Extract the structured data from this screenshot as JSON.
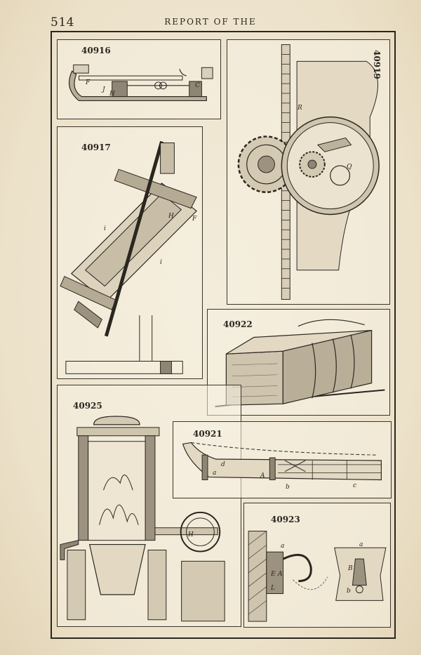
{
  "header": {
    "page_number": "514",
    "running_title": "REPORT OF THE"
  },
  "figures": [
    {
      "number": "40916",
      "parts": [
        "F",
        "J",
        "H",
        "C"
      ]
    },
    {
      "number": "40919",
      "parts": [
        "R",
        "Q"
      ]
    },
    {
      "number": "40917",
      "parts": [
        "H",
        "F",
        "i",
        "i"
      ]
    },
    {
      "number": "40922",
      "parts": []
    },
    {
      "number": "40925",
      "parts": [
        "H"
      ]
    },
    {
      "number": "40921",
      "parts": [
        "d",
        "a",
        "A",
        "b",
        "c"
      ]
    },
    {
      "number": "40923",
      "parts": [
        "a",
        "E",
        "A",
        "L",
        "a",
        "B",
        "b"
      ]
    }
  ]
}
